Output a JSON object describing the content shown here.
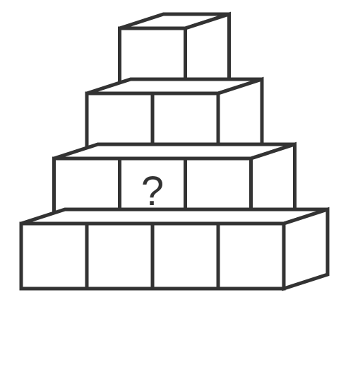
{
  "puzzle": {
    "rows": [
      {
        "count": 1
      },
      {
        "count": 2
      },
      {
        "count": 3
      },
      {
        "count": 4
      }
    ],
    "unknown": {
      "row": 2,
      "column": 1,
      "symbol": "?"
    }
  },
  "colors": {
    "stroke": "#333333",
    "fill": "#ffffff",
    "background": "#ffffff"
  }
}
